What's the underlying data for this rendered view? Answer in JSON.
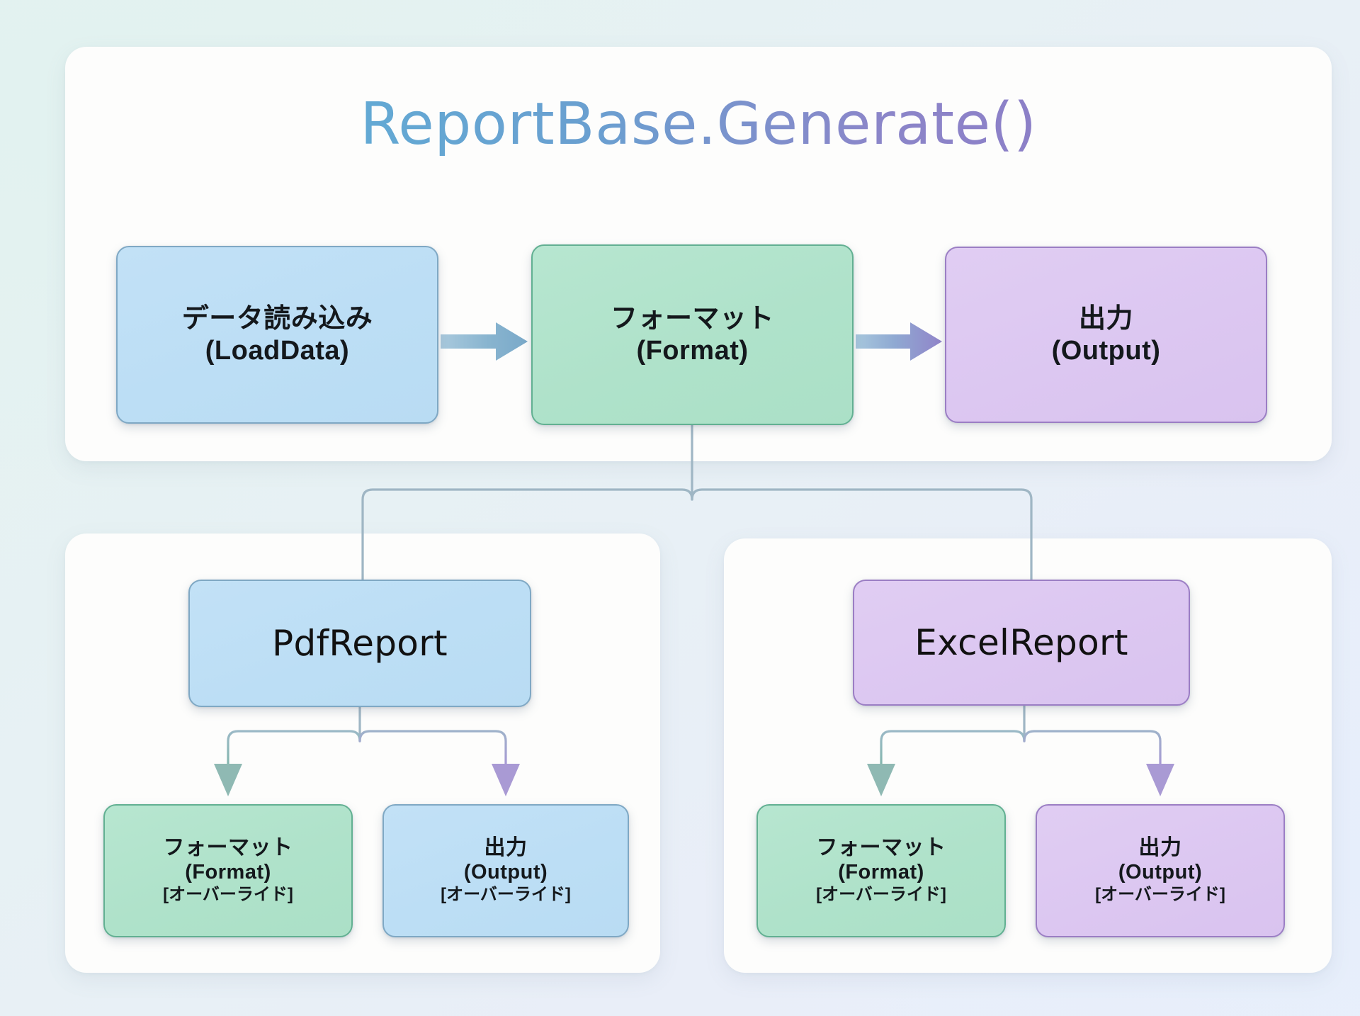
{
  "title": "ReportBase.Generate()",
  "colors": {
    "background": "#e4f2f0",
    "card": "#fdfdfc",
    "blue_fill": "#bfdef5",
    "blue_border": "#7fa8c4",
    "green_fill": "#b1e2cb",
    "green_border": "#62b092",
    "purple_fill": "#dcc8f1",
    "purple_border": "#9b7ec4",
    "title_gradient_start": "#6aafd6",
    "title_gradient_end": "#8a79c4",
    "connector": "#9db5c4",
    "arrow_teal": "#8cb9b3",
    "arrow_purple": "#a899d4"
  },
  "base_flow": {
    "nodes": [
      {
        "id": "load",
        "line1": "データ読み込み",
        "line2": "(LoadData)",
        "color": "blue"
      },
      {
        "id": "format",
        "line1": "フォーマット",
        "line2": "(Format)",
        "color": "green"
      },
      {
        "id": "output",
        "line1": "出力",
        "line2": "(Output)",
        "color": "purple"
      }
    ],
    "arrows": [
      "arrow-load-to-format",
      "arrow-format-to-output"
    ]
  },
  "subclasses": [
    {
      "id": "pdf",
      "name": "PdfReport",
      "color": "blue",
      "methods": [
        {
          "line1": "フォーマット",
          "line2": "(Format)",
          "line3": "[オーバーライド]",
          "color": "green"
        },
        {
          "line1": "出力",
          "line2": "(Output)",
          "line3": "[オーバーライド]",
          "color": "blue"
        }
      ]
    },
    {
      "id": "excel",
      "name": "ExcelReport",
      "color": "purple",
      "methods": [
        {
          "line1": "フォーマット",
          "line2": "(Format)",
          "line3": "[オーバーライド]",
          "color": "green"
        },
        {
          "line1": "出力",
          "line2": "(Output)",
          "line3": "[オーバーライド]",
          "color": "purple"
        }
      ]
    }
  ]
}
